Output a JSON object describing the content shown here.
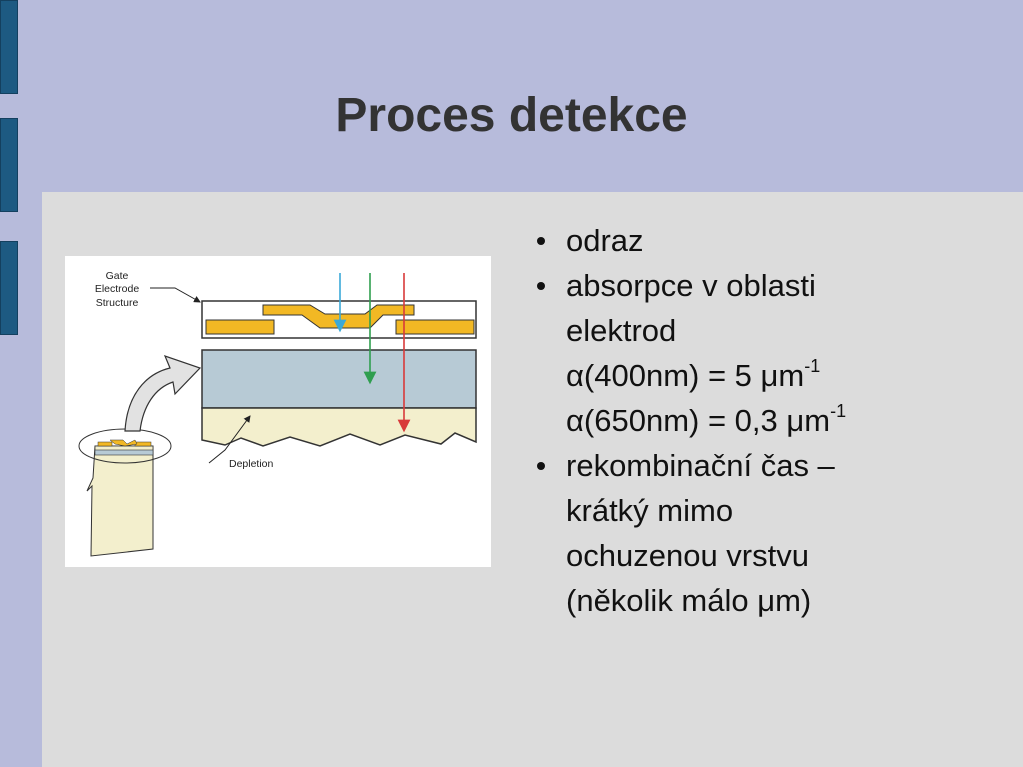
{
  "slide": {
    "title": "Proces detekce",
    "bullets": [
      {
        "lines": [
          "odraz"
        ]
      },
      {
        "lines": [
          "absorpce v oblasti",
          "elektrod"
        ],
        "formulas": [
          {
            "base": "α(400nm) = 5 μm",
            "sup": "-1"
          },
          {
            "base": "α(650nm) = 0,3 μm",
            "sup": "-1"
          }
        ]
      },
      {
        "lines": [
          "rekombinační čas –",
          "krátký mimo",
          "ochuzenou vrstvu",
          "(několik málo μm)"
        ]
      }
    ]
  },
  "diagram": {
    "labels": {
      "gate_line1": "Gate",
      "gate_line2": "Electrode",
      "gate_line3": "Structure",
      "depletion": "Depletion"
    },
    "colors": {
      "electrode": "#f2b824",
      "depletion_layer": "#b7cad5",
      "substrate": "#f3efcd",
      "arrow_blue": "#3aa9d8",
      "arrow_green": "#2f9e4f",
      "arrow_red": "#d83a3a",
      "pointer_arrow": "#e2e2e2"
    }
  }
}
